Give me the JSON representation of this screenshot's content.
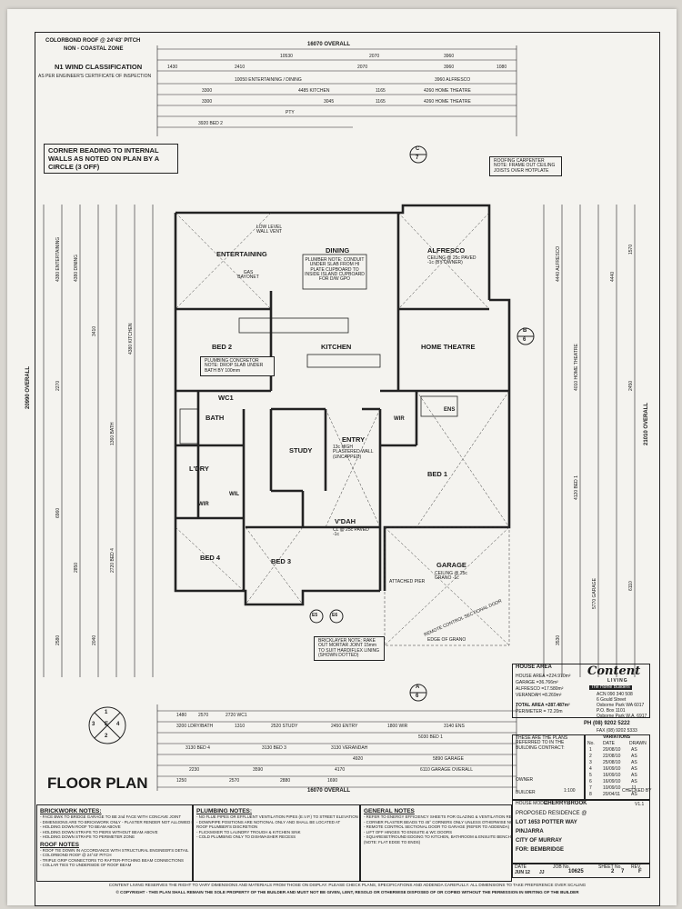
{
  "header": {
    "roof": "COLORBOND ROOF @ 24°43' PITCH",
    "zone": "NON - COASTAL ZONE",
    "wind": "N1 WIND CLASSIFICATION",
    "wind_note": "AS PER ENGINEER'S CERTIFICATE OF INSPECTION"
  },
  "dims_top": {
    "overall": "16070 OVERALL",
    "row1": [
      "10530",
      "2070",
      "3960"
    ],
    "row2": [
      "1430",
      "2410",
      "2070",
      "3960",
      "1080"
    ],
    "row3": [
      "10050 ENTERTAINING / DINING",
      "3960 ALFRESCO"
    ],
    "row4": [
      "3300",
      "4485 KITCHEN",
      "1165",
      "4260 HOME THEATRE"
    ],
    "row5": [
      "3300",
      "3045",
      "1165",
      "4260 HOME THEATRE"
    ],
    "row6": "3920 BED 2",
    "pty": "PTY"
  },
  "corner_note": "CORNER BEADING TO INTERNAL WALLS AS NOTED ON PLAN BY A CIRCLE (3 OFF)",
  "roofing_note": "ROOFING CARPENTER NOTE: FRAME OUT CEILING JOISTS OVER HOTPLATE",
  "rooms": {
    "entertaining": "ENTERTAINING",
    "dining": "DINING",
    "alfresco": "ALFRESCO",
    "alfresco_sub": "CEILING @ 25c PAVED -1c (BY OWNER)",
    "bed2": "BED 2",
    "kitchen": "KITCHEN",
    "home_theatre": "HOME THEATRE",
    "wc1": "WC1",
    "bath": "BATH",
    "ldry": "L'DRY",
    "study": "STUDY",
    "entry": "ENTRY",
    "entry_sub": "13c HIGH PLASTERED WALL (UNCAPPED)",
    "wir": "WIR",
    "bed1": "BED 1",
    "ens": "ENS",
    "wir2": "WIR",
    "bed4": "BED 4",
    "bed3": "BED 3",
    "vdah": "V'DAH",
    "vdah_sub": "CL @ 25c PAVED -1c",
    "garage": "GARAGE",
    "garage_sub": "CEILING @ 25c GRANO -1c",
    "wil": "WIL",
    "low_level": "LOW LEVEL WALL VENT",
    "gas_bayonet": "GAS BAYONET",
    "plumber_note": "PLUMBER NOTE: CONDUIT UNDER SLAB FROM HI PLATE CUPBOARD TO INSIDE ISLAND CUPBOARD FOR D/W GPO",
    "plumbing_note": "PLUMBING CONCRETOR NOTE: DROP SLAB UNDER BATH BY 100mm",
    "brick_note": "BRICKLAYER NOTE: RAKE OUT MORTAR JOINT 15mm TO SUIT HARDIFLEX LINING (SHOWN DOTTED)",
    "remote_door": "REMOTE CONTROL SECTIONAL DOOR",
    "edge_grano": "EDGE OF GRANO",
    "attached_pier": "ATTACHED PIER"
  },
  "markers": {
    "c": "C",
    "c_num": "7",
    "b": "B",
    "b_num": "6",
    "a": "A",
    "a_num": "6",
    "e5": "E5",
    "e6": "E6",
    "compass": [
      "1",
      "3",
      "E",
      "4",
      "2"
    ]
  },
  "side_dims": {
    "left_overall": "20990 OVERALL",
    "right_overall": "21010 OVERALL",
    "left_rows": [
      "4380 ENTERTAINING",
      "4380 DINING",
      "3410",
      "4380 KITCHEN",
      "2270",
      "6960",
      "1360 BATH",
      "2720 BED 4",
      "2850",
      "2580",
      "2040"
    ],
    "right_rows": [
      "4440 ALFRESCO",
      "1570",
      "4440",
      "4010 HOME THEATRE",
      "4120 BED 1",
      "2450",
      "5770 GARAGE",
      "6110",
      "3530"
    ]
  },
  "dims_bottom": {
    "overall": "16070 OVERALL",
    "row1": [
      "1480",
      "2570",
      "2720 WC1"
    ],
    "row2": [
      "3200 LDRY/BATH",
      "1310",
      "2520 STUDY",
      "2450 ENTRY",
      "1800 WIR",
      "3140 ENS"
    ],
    "row3": [
      "3130 BED 4",
      "3130 BED 3",
      "3130 VERANDAH",
      "5030 BED 1"
    ],
    "row4": [
      "4920",
      "5890 GARAGE"
    ],
    "row5": [
      "2230",
      "3590",
      "4170",
      "6110 GARAGE OVERALL"
    ],
    "row6": [
      "1250",
      "2570",
      "2880",
      "1690"
    ]
  },
  "title": "FLOOR PLAN",
  "scale": "1:100",
  "house_area": {
    "heading": "HOUSE AREA",
    "lines": [
      "HOUSE AREA =224.970m²",
      "GARAGE =36.766m²",
      "ALFRESCO =17.580m²",
      "VERANDAH =8.269m²"
    ],
    "total": "TOTAL AREA =287.487m²",
    "perimeter": "PERIMETER = 72.20m"
  },
  "builder": {
    "name": "Content",
    "tag": "LIVING",
    "sub": "The Home Builders",
    "acn": "ACN 090 340 508",
    "address": [
      "6 Gould Street",
      "Osborne Park WA 6017",
      "P.O. Box 1101",
      "Osborne Park W.A. 6917"
    ],
    "phone": "PH (08) 9202 5222",
    "fax": "FAX (08) 9202 5333"
  },
  "contract": {
    "heading": "THESE ARE THE PLANS REFERRED TO IN THE BUILDING CONTRACT:",
    "owner": "OWNER",
    "builder": "BUILDER"
  },
  "variations": {
    "heading": "VARIATIONS",
    "cols": [
      "No.",
      "DATE",
      "DRAWN"
    ],
    "rows": [
      [
        "1",
        "20/08/10",
        "AS"
      ],
      [
        "2",
        "22/08/10",
        "AS"
      ],
      [
        "3",
        "25/08/10",
        "AS"
      ],
      [
        "4",
        "16/09/10",
        "AS"
      ],
      [
        "5",
        "16/09/10",
        "AS"
      ],
      [
        "6",
        "16/09/10",
        "AS"
      ],
      [
        "7",
        "10/09/10",
        "JJ"
      ],
      [
        "8",
        "20/04/11",
        "AS"
      ]
    ]
  },
  "titleblock": {
    "house_model_label": "HOUSE MODEL",
    "model": "CHERRYBROOK",
    "version": "V1.1",
    "proposed": "PROPOSED RESIDENCE @",
    "lot": "LOT 1653 POTTER WAY",
    "suburb": "PINJARRA",
    "city": "CITY OF MURRAY",
    "for": "FOR: BEMBRIDGE",
    "checked": "CHECKED BY",
    "date_label": "DATE",
    "date": "JUN 12",
    "drawn": "JJ",
    "job_label": "JOB No.",
    "job": "10625",
    "sheet_label": "SHEET No.",
    "sheet": "2",
    "of": "7",
    "rev_label": "REV.",
    "rev": "F"
  },
  "notes": {
    "brickwork": {
      "heading": "BRICKWORK NOTES:",
      "lines": [
        "- FACE BWK TO BRIDGE GARAGE TO BE 2nd FACE WITH CONCAVE JOINT",
        "- DIMENSIONS ARE TO BRICKWORK ONLY - PLASTER RENDER NOT ALLOWED FOR",
        "- HOLDING DOWN ROOF TO BEAM ABOVE",
        "- HOLDING DOWN STRAPS TO PIERS WITHOUT BEAM ABOVE",
        "- HOLDING DOWN STRAPS TO PERIMETER ZONE"
      ],
      "roof_heading": "ROOF NOTES",
      "roof_lines": [
        "- ROOF TIE DOWN IN ACCORDANCE WITH STRUCTURAL ENGINEER'S DETAIL",
        "- COLORBOND ROOF @ 24°43' PITCH",
        "- TRIPLE GRIP CONNECTORS TO RAFTER-PITCHING BEAM CONNECTIONS",
        "- COLLAR TIES TO UNDERSIDE OF ROOF BEAM"
      ]
    },
    "plumbing": {
      "heading": "PLUMBING NOTES:",
      "lines": [
        "- NO FLUE PIPES OR EFFLUENT VENTILATION PIPES (E.V.P.) TO STREET ELEVATION",
        "- DOWNPIPE POSITIONS ARE NOTIONAL ONLY AND SHALL BE LOCATED AT",
        "  ROOF PLUMBER'S DISCRETION",
        "- FLICKMIXER TO LAUNDRY TROUGH & KITCHEN SINK",
        "- COLD PLUMBING ONLY TO DISHWASHER RECESS"
      ]
    },
    "general": {
      "heading": "GENERAL NOTES",
      "lines": [
        "- REFER TO ENERGY EFFICIENCY SHEETS FOR GLAZING & VENTILATION REQUIREMENTS",
        "- CORNER PLASTER BEADS TO 45° CORNERS ONLY UNLESS OTHERWISE NOTED ON PLAN",
        "- REMOTE CONTROL SECTIONAL DOOR TO GARAGE (REFER TO ADDENDA)",
        "- LIFT OFF HINGES TO ENSUITE & WC DOORS",
        "- SQUARESET/ROUND EDGING TO KITCHEN, BATHROOM & ENSUITE BENCHTOPS",
        "  (NOTE: FLAT EDGE TO ENDS)"
      ]
    }
  },
  "footer": {
    "line1": "CONTENT LIVING RESERVES THE RIGHT TO VARY DIMENSIONS AND MATERIALS FROM THOSE ON DISPLAY. PLEASE CHECK PLANS, SPECIFICATIONS AND ADDENDA CAREFULLY. ALL DIMENSIONS TO TAKE PREFERENCE OVER SCALING",
    "line2": "© COPYRIGHT - THIS PLAN SHALL REMAIN THE SOLE PROPERTY OF THE BUILDER AND MUST NOT BE GIVEN, LENT, RESOLD OR OTHERWISE DISPOSED OF OR COPIED WITHOUT THE PERMISSION IN WRITING OF THE BUILDER"
  }
}
